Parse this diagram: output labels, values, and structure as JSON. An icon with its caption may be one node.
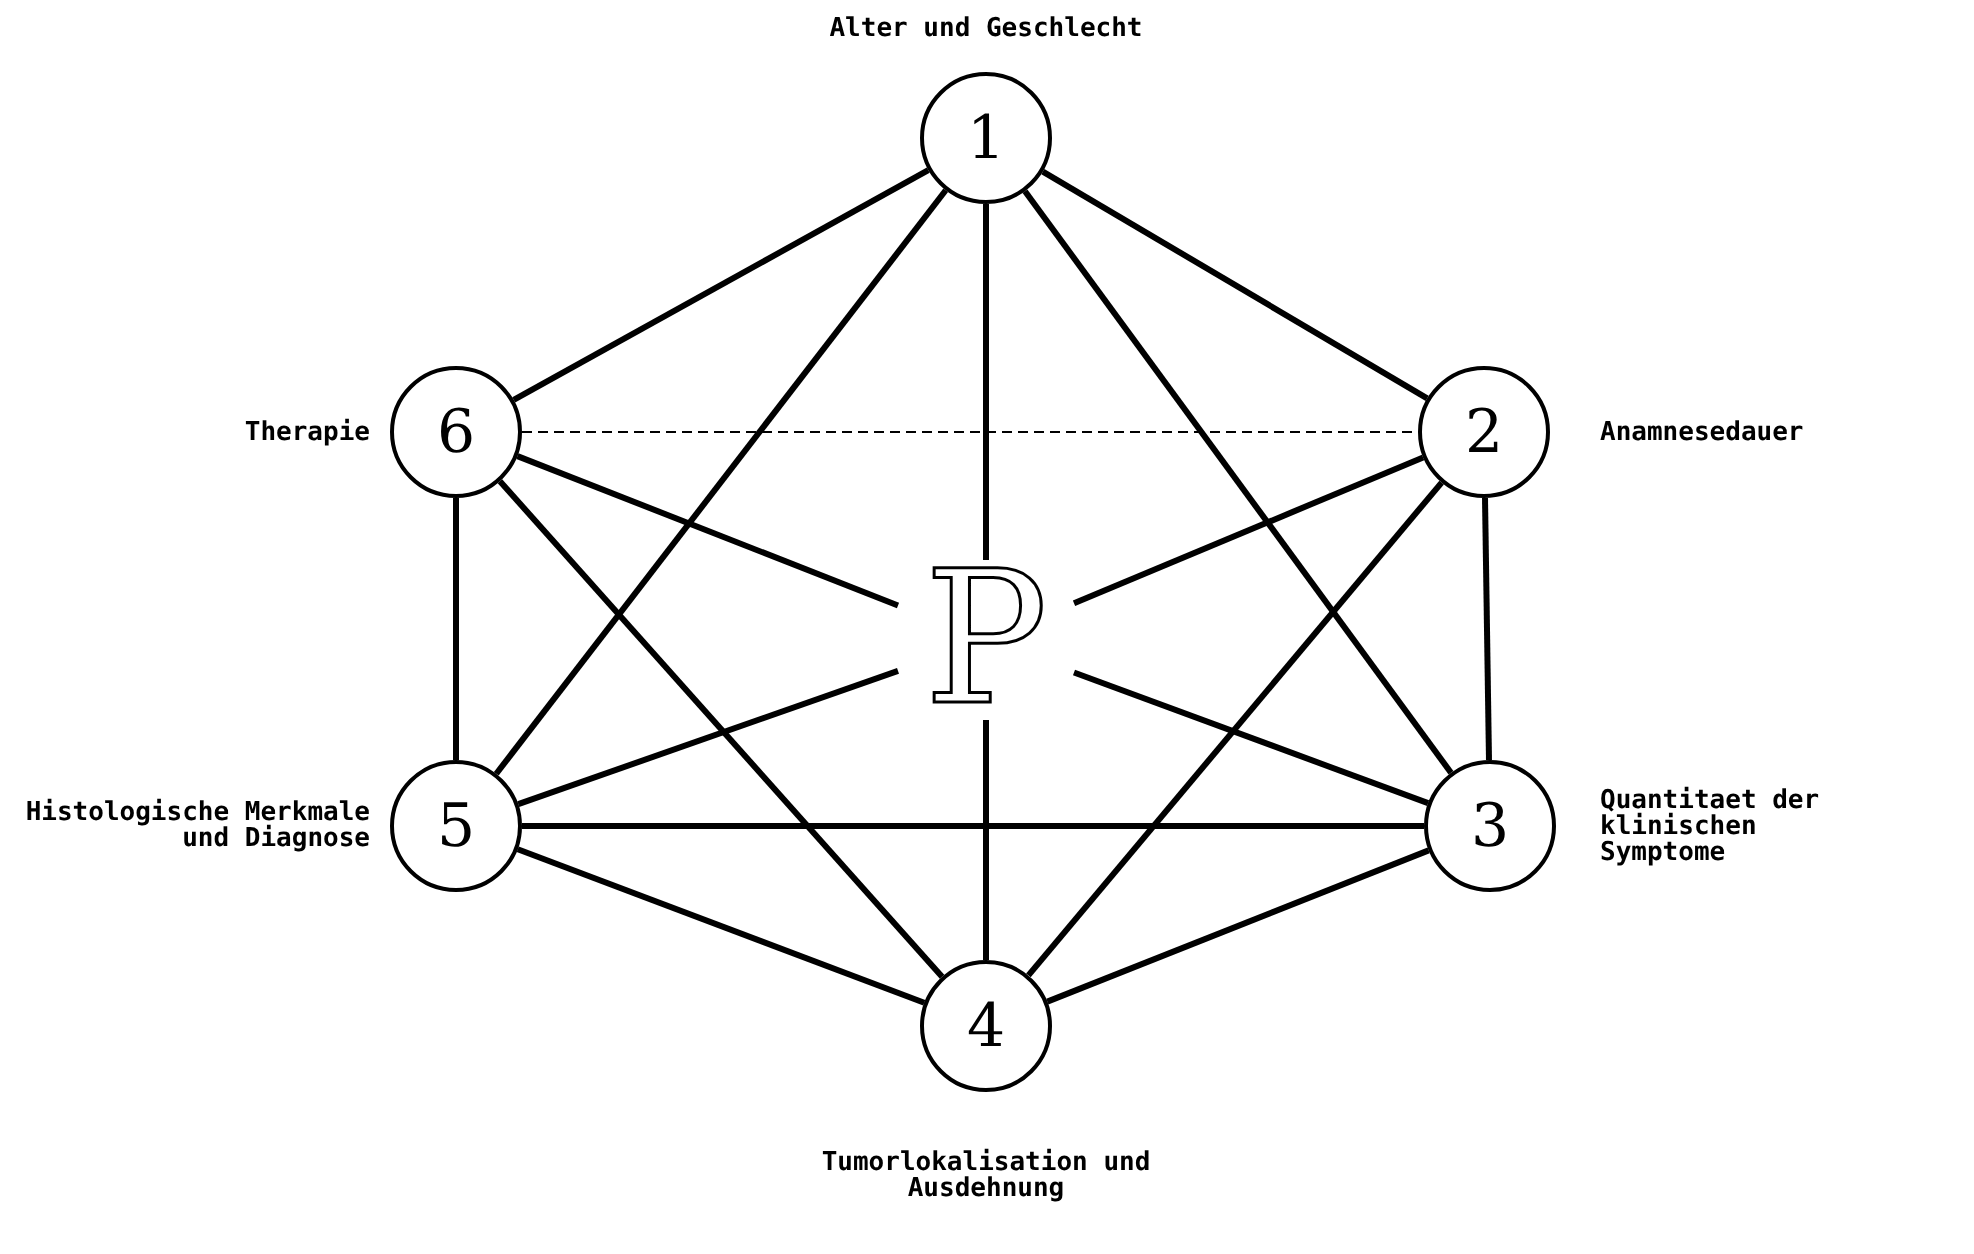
{
  "diagram": {
    "nodes": [
      {
        "text": [
          "1"
        ],
        "beside": [
          "Alter und Geschlecht"
        ]
      },
      {
        "text": [
          "2"
        ],
        "beside": [
          "Anamnesedauer"
        ]
      },
      {
        "text": [
          "3"
        ],
        "beside": [
          "Quantitaet der klinischen Symptome"
        ]
      },
      {
        "text": [
          "4"
        ],
        "beside": [
          "Tumorlokalisation und Ausdehnung"
        ]
      },
      {
        "text": [
          "5"
        ],
        "beside": [
          "Histologische Merkmale und Diagnose"
        ]
      },
      {
        "text": [
          "6"
        ],
        "beside": [
          "Therapie"
        ]
      },
      {
        "text": [
          "P"
        ]
      }
    ],
    "edges": [
      {
        "from": 0,
        "to": 1,
        "arrow": "none"
      },
      {
        "from": 0,
        "to": 5,
        "arrow": "none"
      },
      {
        "from": 0,
        "to": 4,
        "arrow": "none"
      },
      {
        "from": 0,
        "to": 2,
        "arrow": "none"
      },
      {
        "from": 0,
        "to": 6,
        "arrow": "none"
      },
      {
        "from": 5,
        "to": 1,
        "arrow": "none",
        "style": "dashed"
      },
      {
        "from": 5,
        "to": 6,
        "arrow": "none"
      },
      {
        "from": 5,
        "to": 4,
        "arrow": "none"
      },
      {
        "from": 5,
        "to": 3,
        "arrow": "none"
      },
      {
        "from": 1,
        "to": 6,
        "arrow": "none"
      },
      {
        "from": 1,
        "to": 2,
        "arrow": "none"
      },
      {
        "from": 1,
        "to": 3,
        "arrow": "none"
      },
      {
        "from": 4,
        "to": 6,
        "arrow": "none"
      },
      {
        "from": 4,
        "to": 2,
        "arrow": "none"
      },
      {
        "from": 4,
        "to": 3,
        "arrow": "none"
      },
      {
        "from": 2,
        "to": 6,
        "arrow": "none"
      },
      {
        "from": 2,
        "to": 3,
        "arrow": "none"
      },
      {
        "from": 6,
        "to": 3,
        "arrow": "none"
      }
    ]
  }
}
